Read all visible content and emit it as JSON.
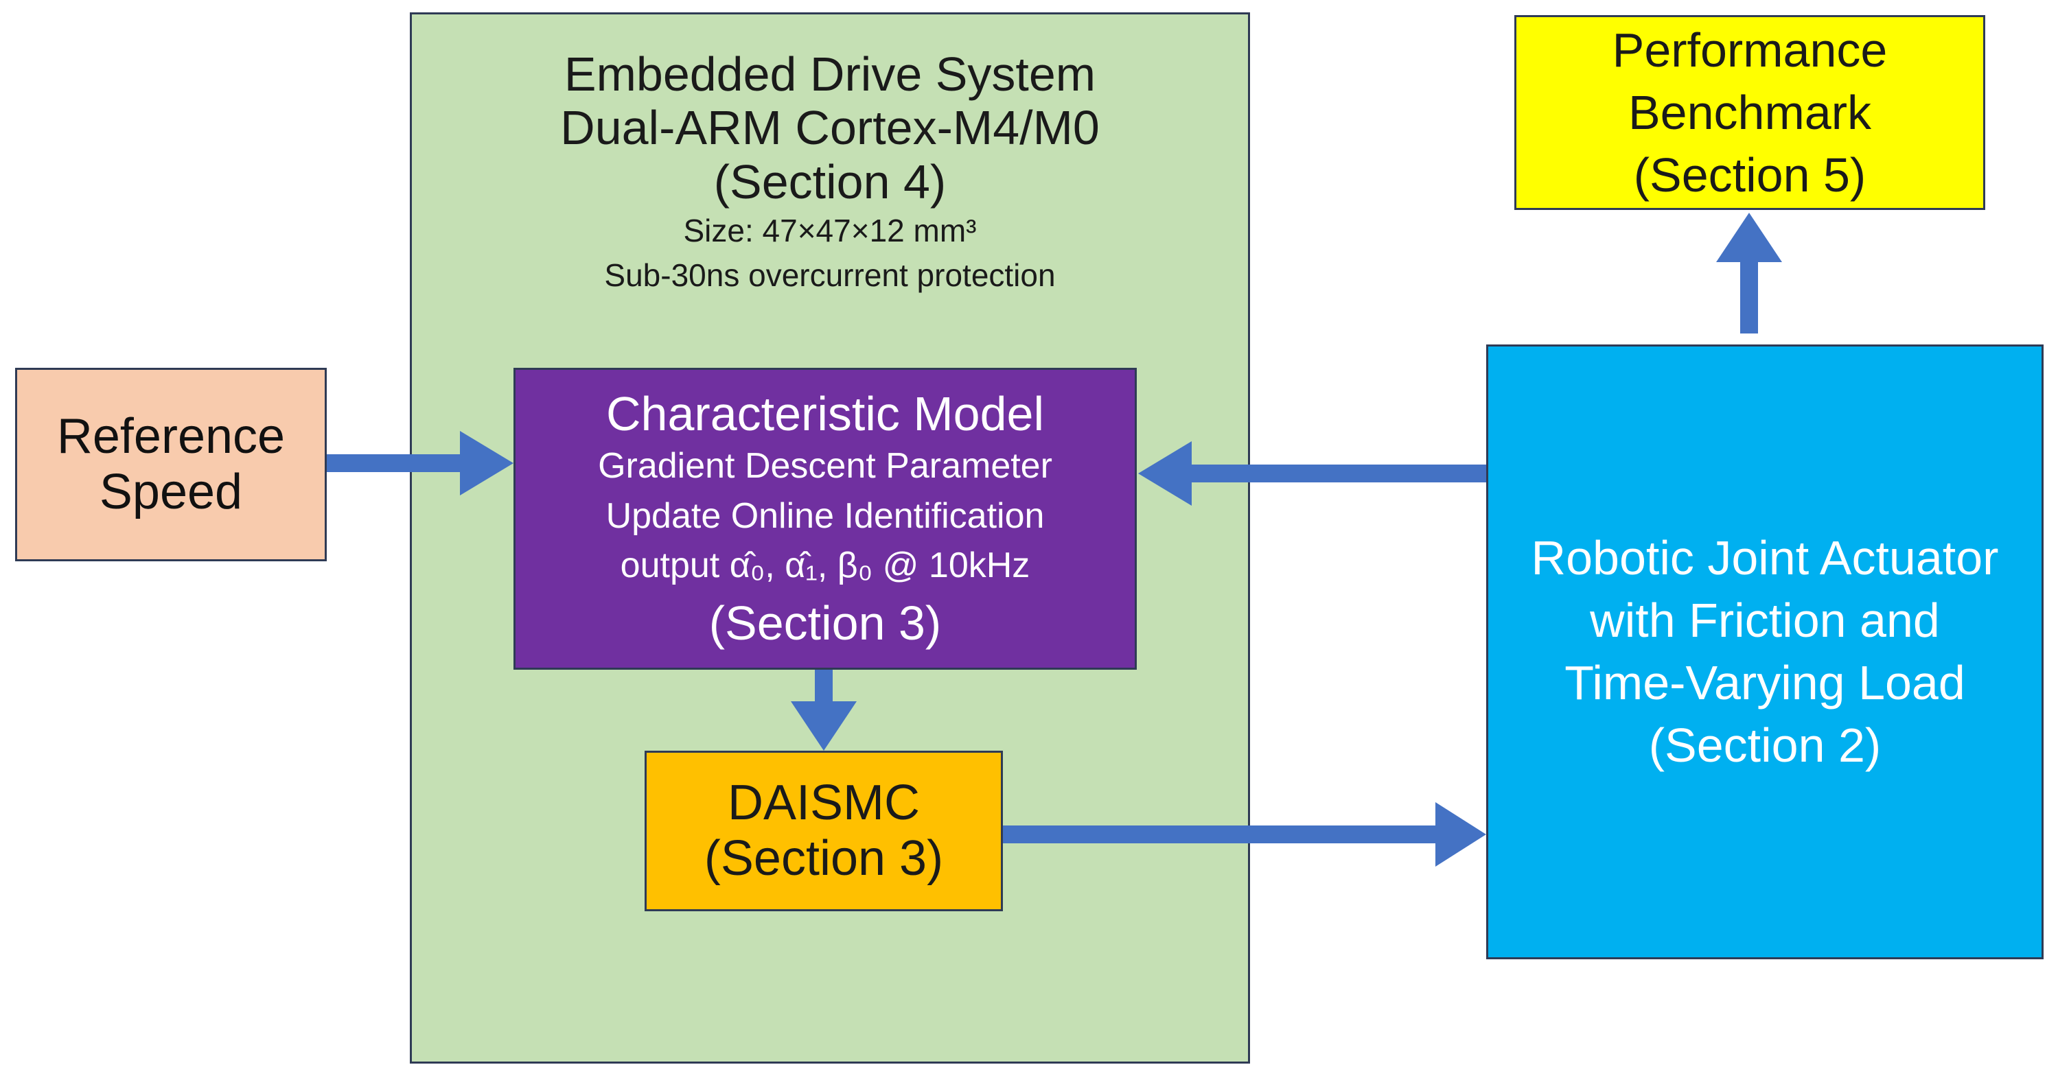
{
  "colors": {
    "embedded": "#c5e0b4",
    "reference": "#f8cbad",
    "characteristic_model": "#7030a0",
    "daismc": "#ffc000",
    "actuator": "#00b0f0",
    "benchmark": "#ffff00",
    "arrow": "#4472c4",
    "border": "#2f3b55"
  },
  "embedded": {
    "title_line1": "Embedded Drive System",
    "title_line2": "Dual-ARM Cortex-M4/M0",
    "section": "(Section 4)",
    "size": "Size: 47×47×12 mm³",
    "protection": "Sub-30ns overcurrent protection"
  },
  "reference": {
    "line1": "Reference",
    "line2": "Speed"
  },
  "characteristic_model": {
    "title": "Characteristic Model",
    "line1": "Gradient Descent Parameter",
    "line2": "Update Online Identification",
    "line3": "output α̂₀, α̂₁, β₀ @ 10kHz",
    "section": "(Section 3)"
  },
  "daismc": {
    "title": "DAISMC",
    "section": "(Section 3)"
  },
  "actuator": {
    "line1": "Robotic Joint Actuator",
    "line2": "with Friction and",
    "line3": "Time-Varying Load",
    "section": "(Section 2)"
  },
  "benchmark": {
    "line1": "Performance",
    "line2": "Benchmark",
    "section": "(Section 5)"
  }
}
